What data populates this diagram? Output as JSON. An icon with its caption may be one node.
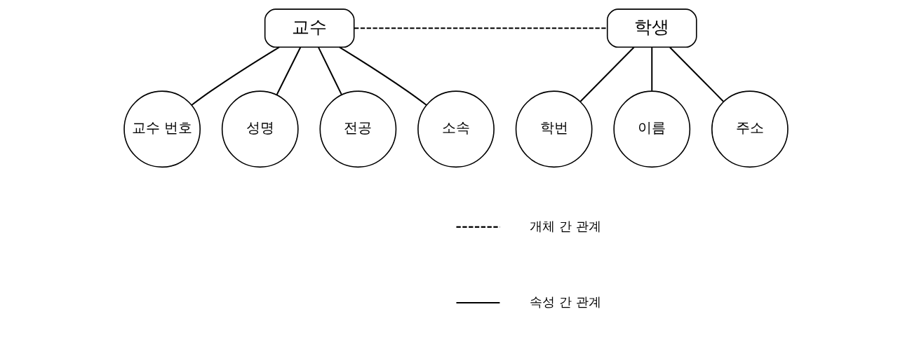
{
  "diagram": {
    "nodes": [
      {
        "text": [
          "교수"
        ]
      },
      {
        "text": [
          "학생"
        ]
      },
      {
        "text": [
          "교수 번호"
        ]
      },
      {
        "text": [
          "성명"
        ]
      },
      {
        "text": [
          "전공"
        ]
      },
      {
        "text": [
          "소속"
        ]
      },
      {
        "text": [
          "학번"
        ]
      },
      {
        "text": [
          "이름"
        ]
      },
      {
        "text": [
          "주소"
        ]
      }
    ],
    "edges": [
      {
        "from": 0,
        "to": 1,
        "arrow": "none",
        "style": "dashed"
      },
      {
        "from": 0,
        "to": 2,
        "arrow": "none"
      },
      {
        "from": 0,
        "to": 3,
        "arrow": "none"
      },
      {
        "from": 0,
        "to": 4,
        "arrow": "none"
      },
      {
        "from": 0,
        "to": 5,
        "arrow": "none"
      },
      {
        "from": 1,
        "to": 6,
        "arrow": "none"
      },
      {
        "from": 1,
        "to": 7,
        "arrow": "none"
      },
      {
        "from": 1,
        "to": 8,
        "arrow": "none"
      }
    ],
    "legend": [
      {
        "text": "개체 간 관계"
      },
      {
        "text": "속성 간 관계"
      }
    ]
  }
}
